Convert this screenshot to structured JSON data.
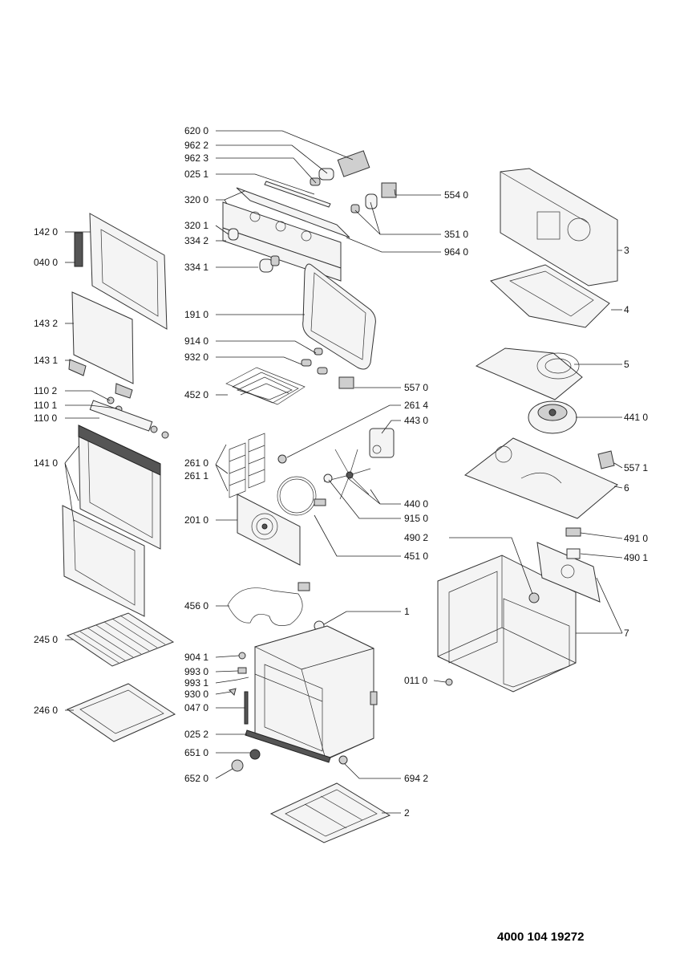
{
  "document_number": "4000 104 19272",
  "labels": [
    "620 0",
    "962 2",
    "962 3",
    "025 1",
    "320 0",
    "320 1",
    "334 2",
    "334 1",
    "554 0",
    "351 0",
    "964 0",
    "142 0",
    "040 0",
    "143 2",
    "143 1",
    "110 2",
    "110 1",
    "110 0",
    "141 0",
    "191 0",
    "914 0",
    "932 0",
    "452 0",
    "557 0",
    "261 4",
    "443 0",
    "261 0",
    "261 1",
    "440 0",
    "915 0",
    "201 0",
    "451 0",
    "3",
    "4",
    "5",
    "441 0",
    "557 1",
    "6",
    "490 2",
    "491 0",
    "490 1",
    "7",
    "456 0",
    "1",
    "245 0",
    "246 0",
    "904 1",
    "993 0",
    "993 1",
    "930 0",
    "047 0",
    "011 0",
    "025 2",
    "651 0",
    "652 0",
    "694 2",
    "2"
  ]
}
